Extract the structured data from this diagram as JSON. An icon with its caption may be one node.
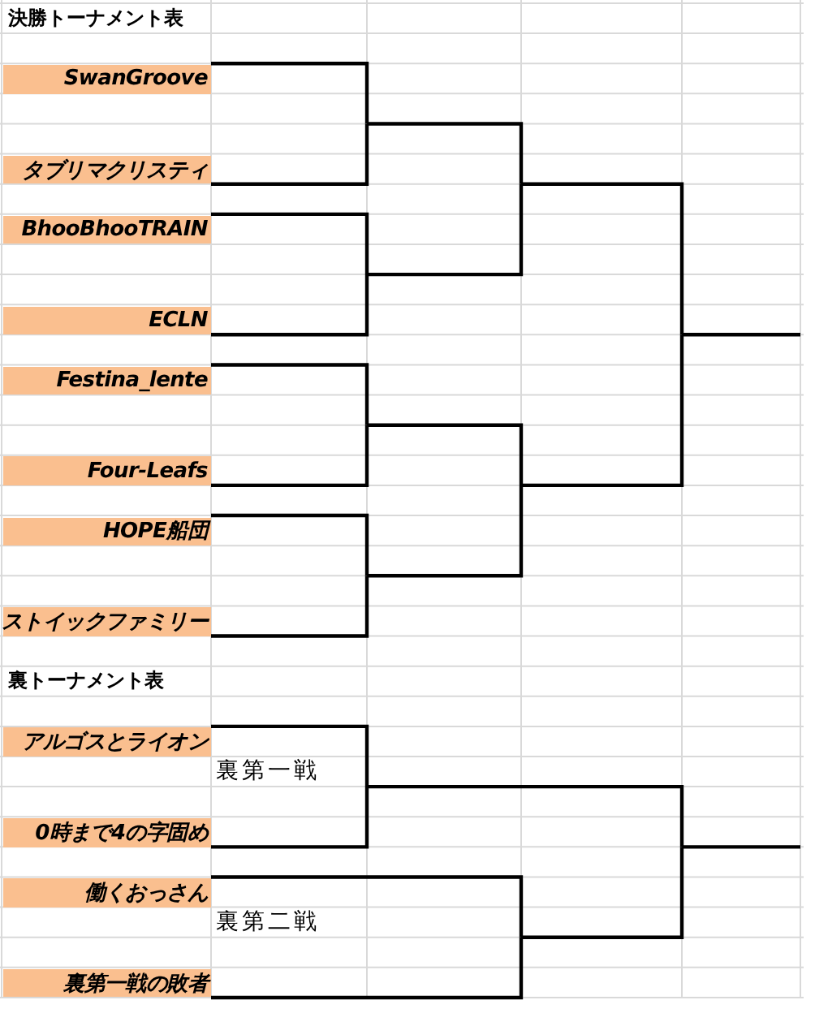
{
  "diagram": {
    "title": "決勝トーナメント表",
    "nodes": [
      {
        "text": [
          "SwanGroove"
        ]
      },
      {
        "text": [
          "タブリマクリスティ"
        ]
      },
      {
        "text": [
          "BhooBhooTRAIN"
        ]
      },
      {
        "text": [
          "ECLN"
        ]
      },
      {
        "text": [
          "Festina_lente"
        ]
      },
      {
        "text": [
          "Four-Leafs"
        ]
      },
      {
        "text": [
          "HOPE船団"
        ]
      },
      {
        "text": [
          "ストイックファミリー"
        ]
      },
      {
        "text": [
          "アルゴスとライオン"
        ]
      },
      {
        "text": [
          "0時まで4の字固め"
        ]
      },
      {
        "text": [
          "働くおっさん"
        ]
      },
      {
        "text": [
          "裏第一戦の敗者"
        ]
      }
    ],
    "edges": [
      {
        "from": 0,
        "to": null,
        "arrow": "none"
      },
      {
        "from": 1,
        "to": null,
        "arrow": "none"
      },
      {
        "from": 2,
        "to": null,
        "arrow": "none"
      },
      {
        "from": 3,
        "to": null,
        "arrow": "none"
      },
      {
        "from": 4,
        "to": null,
        "arrow": "none"
      },
      {
        "from": 5,
        "to": null,
        "arrow": "none"
      },
      {
        "from": 6,
        "to": null,
        "arrow": "none"
      },
      {
        "from": 7,
        "to": null,
        "arrow": "none"
      },
      {
        "from": 8,
        "to": null,
        "arrow": "none"
      },
      {
        "from": 9,
        "to": null,
        "arrow": "none"
      },
      {
        "from": 10,
        "to": null,
        "arrow": "none"
      },
      {
        "from": 11,
        "to": null,
        "arrow": "none"
      }
    ],
    "labels": [
      "裏トーナメント表",
      "裏第一戦",
      "裏第二戦"
    ]
  }
}
